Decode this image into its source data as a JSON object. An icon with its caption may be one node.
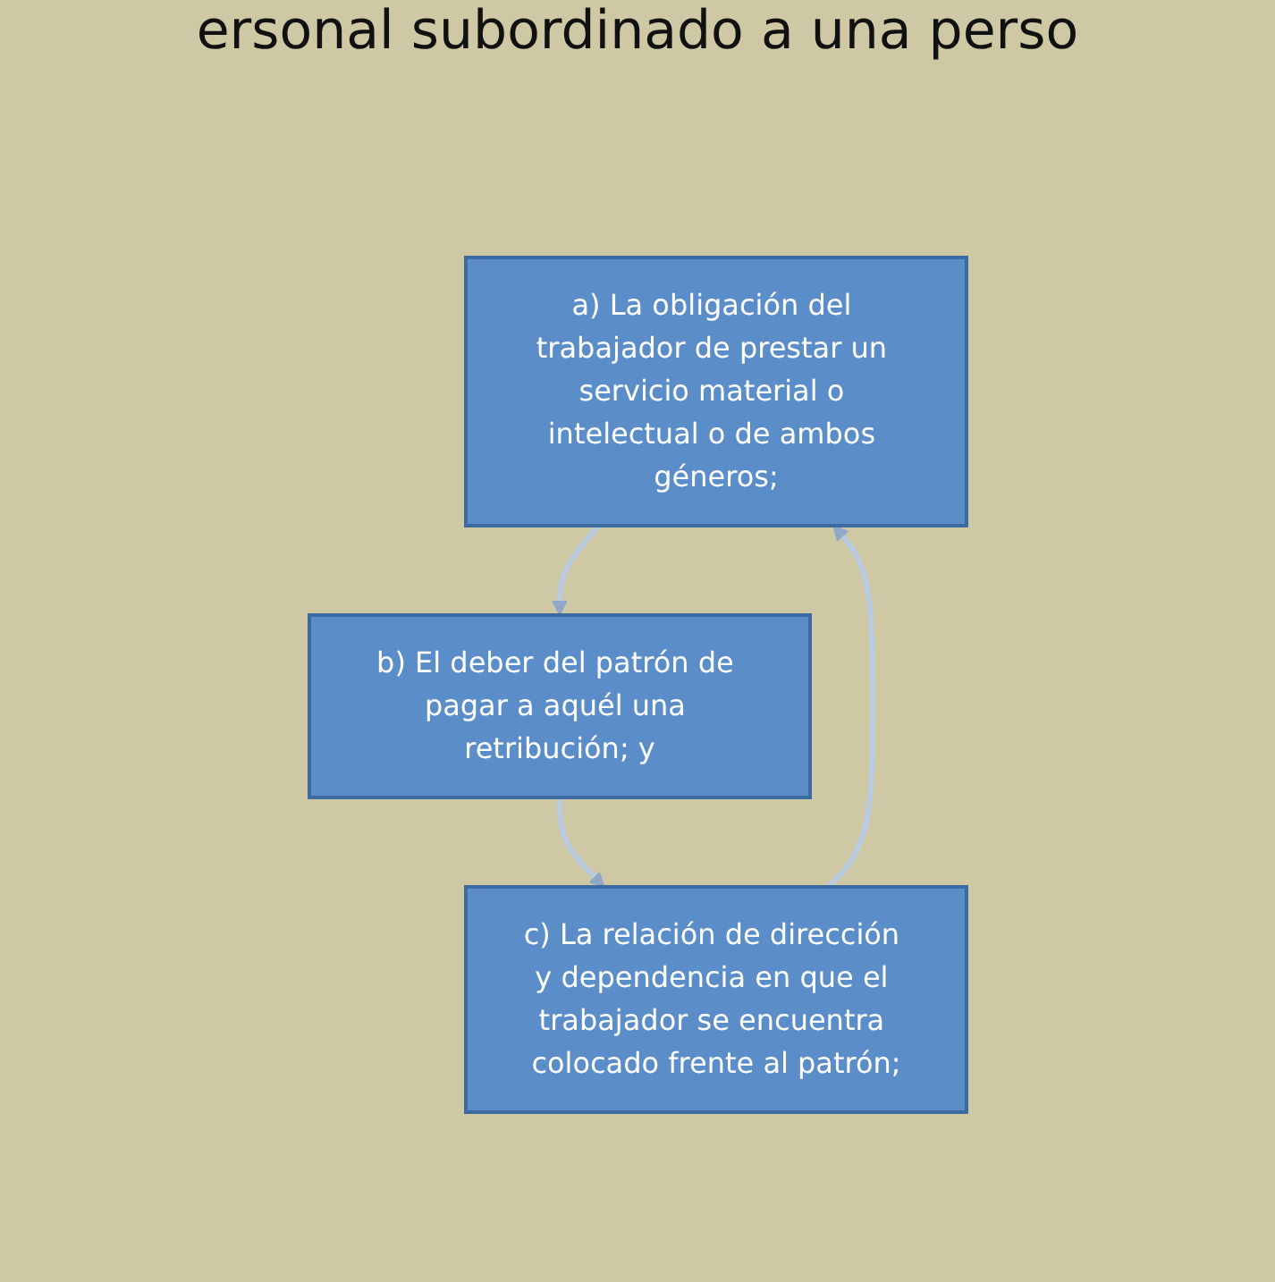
{
  "diagram": {
    "nodes": [
      {
        "text": [
          "a) La obligación del trabajador de prestar un servicio material o intelectual o de ambos géneros;"
        ]
      },
      {
        "text": [
          "b) El deber del patrón de pagar a aquél una retribución; y"
        ]
      },
      {
        "text": [
          "c) La relación de dirección y dependencia en que el trabajador se encuentra colocado frente al patrón;"
        ]
      }
    ],
    "edges": [
      {
        "from": 0,
        "to": 1,
        "arrow": "to"
      },
      {
        "from": 1,
        "to": 2,
        "arrow": "to"
      },
      {
        "from": 2,
        "to": 0,
        "arrow": "to"
      }
    ],
    "labels": [
      "ersonal subordinado a una perso"
    ]
  }
}
